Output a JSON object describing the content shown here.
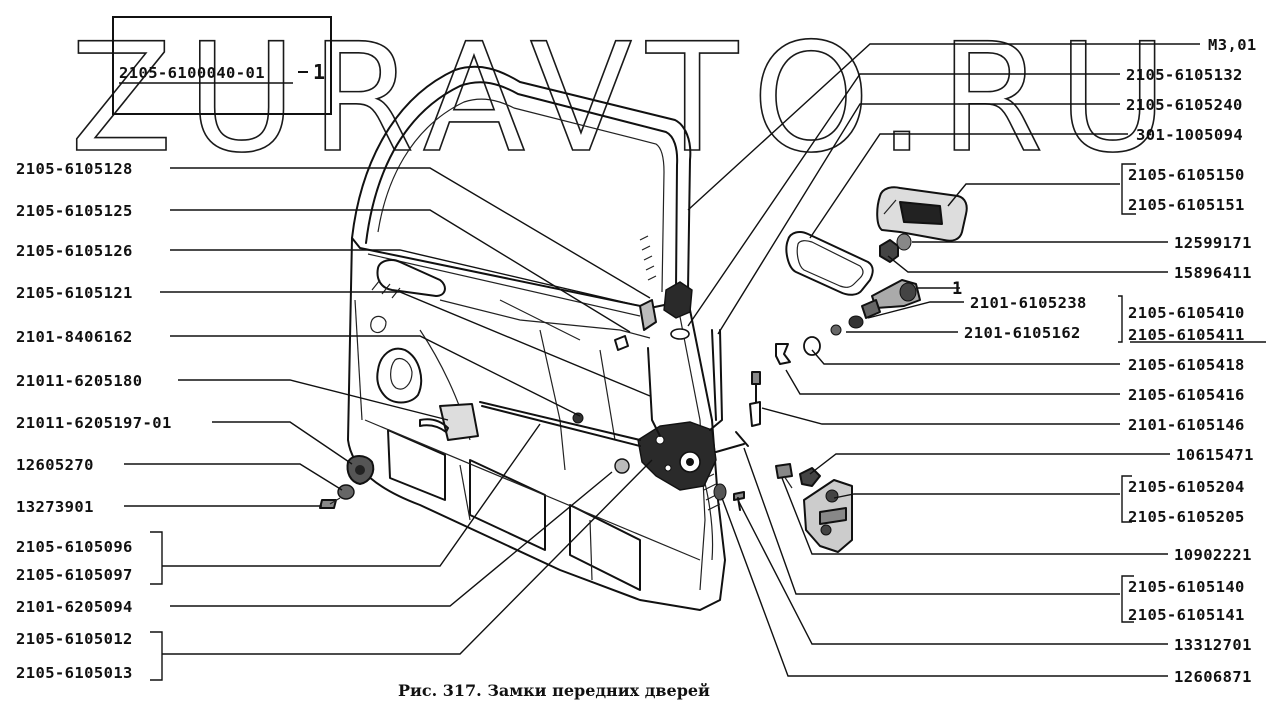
{
  "watermark": "ZURAVTO.RU",
  "assembly": {
    "number": "2105-6100040-01",
    "quantity": "1"
  },
  "caption": "Рис. 317. Замки передних дверей",
  "callouts": {
    "top_right": [
      "М3,01",
      "2105-6105132",
      "2105-6105240",
      "301-1005094"
    ],
    "right": {
      "handle_pair": [
        "2105-6105150",
        "2105-6105151"
      ],
      "p12599171": "12599171",
      "p15896411": "15896411",
      "cylinder_qty": "1",
      "p2101_6105238": "2101-6105238",
      "p2101_6105162": "2101-6105162",
      "cylinder_pair": [
        "2105-6105410",
        "2105-6105411"
      ],
      "p2105_6105418": "2105-6105418",
      "p2105_6105416": "2105-6105416",
      "p2101_6105146": "2101-6105146",
      "p10615471": "10615471",
      "striker_pair": [
        "2105-6105204",
        "2105-6105205"
      ],
      "p10902221": "10902221",
      "lever_pair": [
        "2105-6105140",
        "2105-6105141"
      ],
      "p13312701": "13312701",
      "p12606871": "12606871"
    },
    "left": {
      "p2105_6105128": "2105-6105128",
      "p2105_6105125": "2105-6105125",
      "p2105_6105126": "2105-6105126",
      "p2105_6105121": "2105-6105121",
      "p2101_8406162": "2101-8406162",
      "p21011_6205180": "21011-6205180",
      "p21011_6205197_01": "21011-6205197-01",
      "p12605270": "12605270",
      "p13273901": "13273901",
      "handle_pair": [
        "2105-6105096",
        "2105-6105097"
      ],
      "p2101_6205094": "2101-6205094",
      "lock_pair": [
        "2105-6105012",
        "2105-6105013"
      ]
    }
  }
}
